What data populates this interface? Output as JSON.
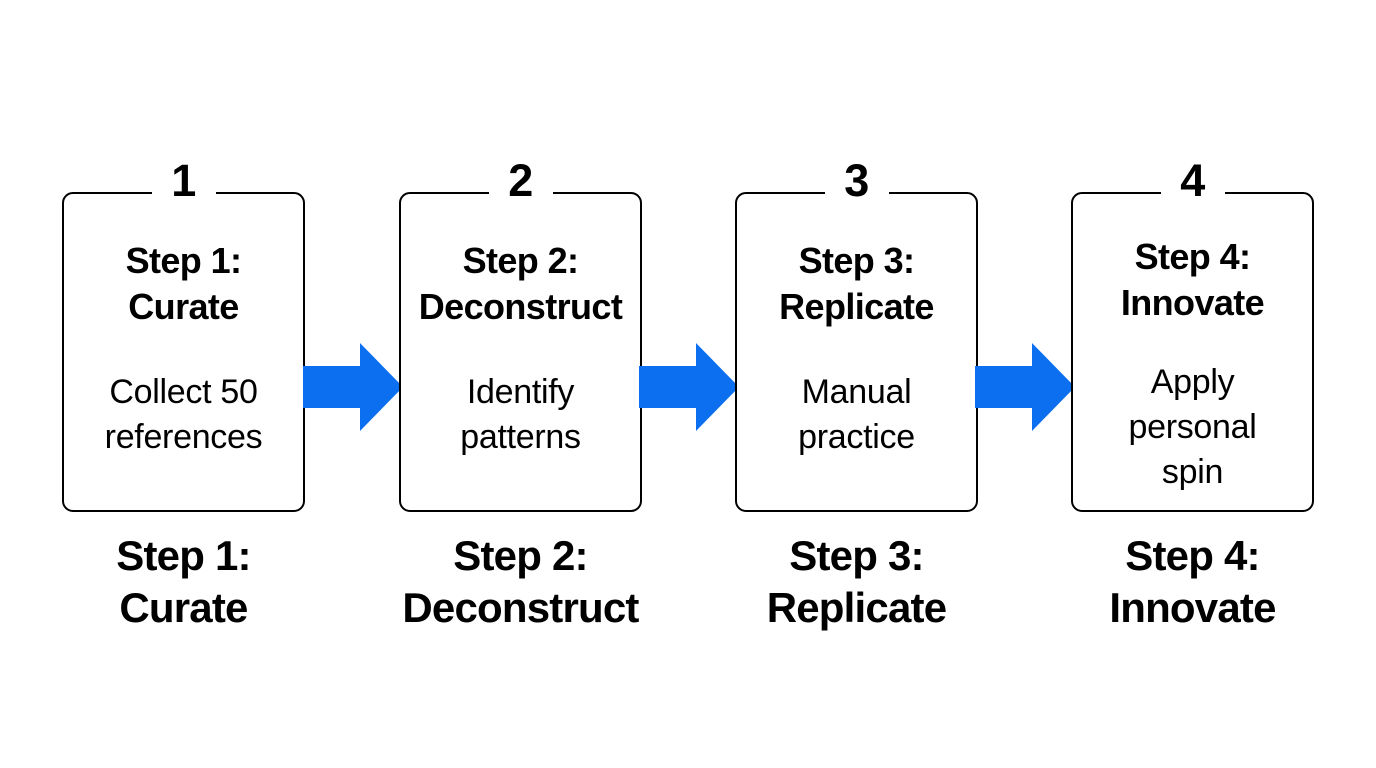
{
  "diagram": {
    "type": "process-flow",
    "orientation": "horizontal",
    "background_color": "#ffffff",
    "box_border_color": "#000000",
    "text_color": "#000000",
    "arrow_color": "#0b6ff0",
    "step_count": 4
  },
  "steps": [
    {
      "number": "1",
      "title": "Step 1:\nCurate",
      "description": "Collect 50\nreferences",
      "caption": "Step 1:\nCurate"
    },
    {
      "number": "2",
      "title": "Step 2:\nDeconstruct",
      "description": "Identify\npatterns",
      "caption": "Step 2:\nDeconstruct"
    },
    {
      "number": "3",
      "title": "Step 3:\nReplicate",
      "description": "Manual\npractice",
      "caption": "Step 3:\nReplicate"
    },
    {
      "number": "4",
      "title": "Step 4:\nInnovate",
      "description": "Apply\npersonal\nspin",
      "caption": "Step 4:\nInnovate"
    }
  ],
  "arrows": [
    {
      "from": "1",
      "to": "2",
      "direction": "right"
    },
    {
      "from": "2",
      "to": "3",
      "direction": "right"
    },
    {
      "from": "3",
      "to": "4",
      "direction": "right"
    }
  ]
}
